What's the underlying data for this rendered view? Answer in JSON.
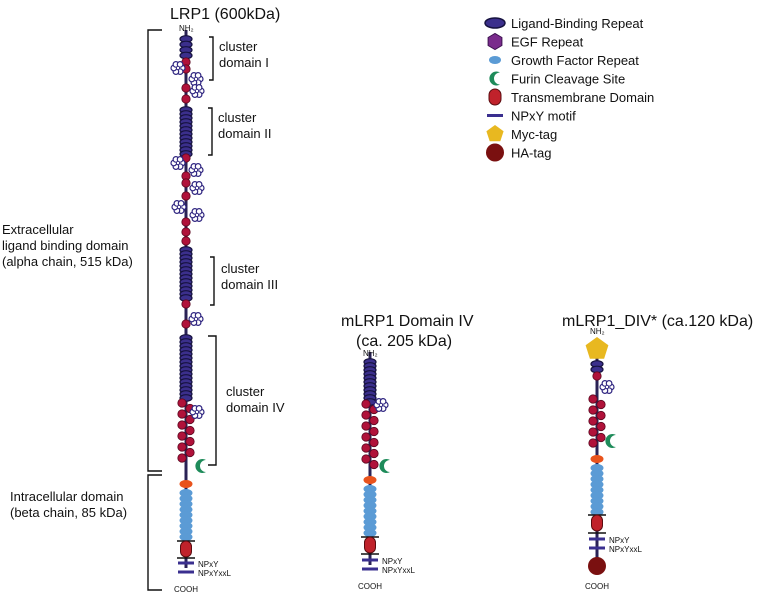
{
  "titles": {
    "lrp1": "LRP1 (600kDa)",
    "domain4_line1": "mLRP1 Domain IV",
    "domain4_line2": "(ca. 205 kDa)",
    "div": "mLRP1_DIV* (ca.120 kDa)"
  },
  "legend": [
    {
      "label": "Ligand-Binding Repeat",
      "icon": "ligand-binding-repeat-icon",
      "color": "#1d1f5a"
    },
    {
      "label": "EGF Repeat",
      "icon": "egf-repeat-icon",
      "color": "#7a2b8c"
    },
    {
      "label": "Growth Factor Repeat",
      "icon": "growth-factor-repeat-icon",
      "color": "#5b9bd5"
    },
    {
      "label": "Furin Cleavage Site",
      "icon": "furin-cleavage-site-icon",
      "color": "#1e8b5a"
    },
    {
      "label": "Transmembrane Domain",
      "icon": "transmembrane-domain-icon",
      "color": "#c0222b"
    },
    {
      "label": "NPxY motif",
      "icon": "npxy-motif-icon",
      "color": "#3a2f8f"
    },
    {
      "label": "Myc-tag",
      "icon": "myc-tag-icon",
      "color": "#e8b820"
    },
    {
      "label": "HA-tag",
      "icon": "ha-tag-icon",
      "color": "#7a1010"
    }
  ],
  "clusters": [
    "cluster",
    "domain I",
    "domain II",
    "domain III",
    "domain IV"
  ],
  "regions": {
    "extracellular": [
      "Extracellular",
      "ligand binding domain",
      "(alpha chain, 515 kDa)"
    ],
    "intracellular": [
      "Intracellular domain",
      "(beta chain, 85 kDa)"
    ]
  },
  "terminals": {
    "n": "NH₂",
    "c": "COOH"
  },
  "motifs": {
    "npxy": "NPxY",
    "npxyxxl": "NPxYxxL"
  },
  "colors": {
    "chain": "#2a2255",
    "ligand": "#3b2f8c",
    "ligandStroke": "#16123f",
    "egf": "#b0123a",
    "egfStroke": "#5c0820",
    "flower": "#ffffff",
    "flowerStroke": "#2f2580",
    "gfr": "#5b9bd5",
    "furin": "#1e8b5a",
    "tm": "#c0222b",
    "membrane": "#e9531c",
    "myc": "#e8b820",
    "ha": "#7a1010"
  }
}
